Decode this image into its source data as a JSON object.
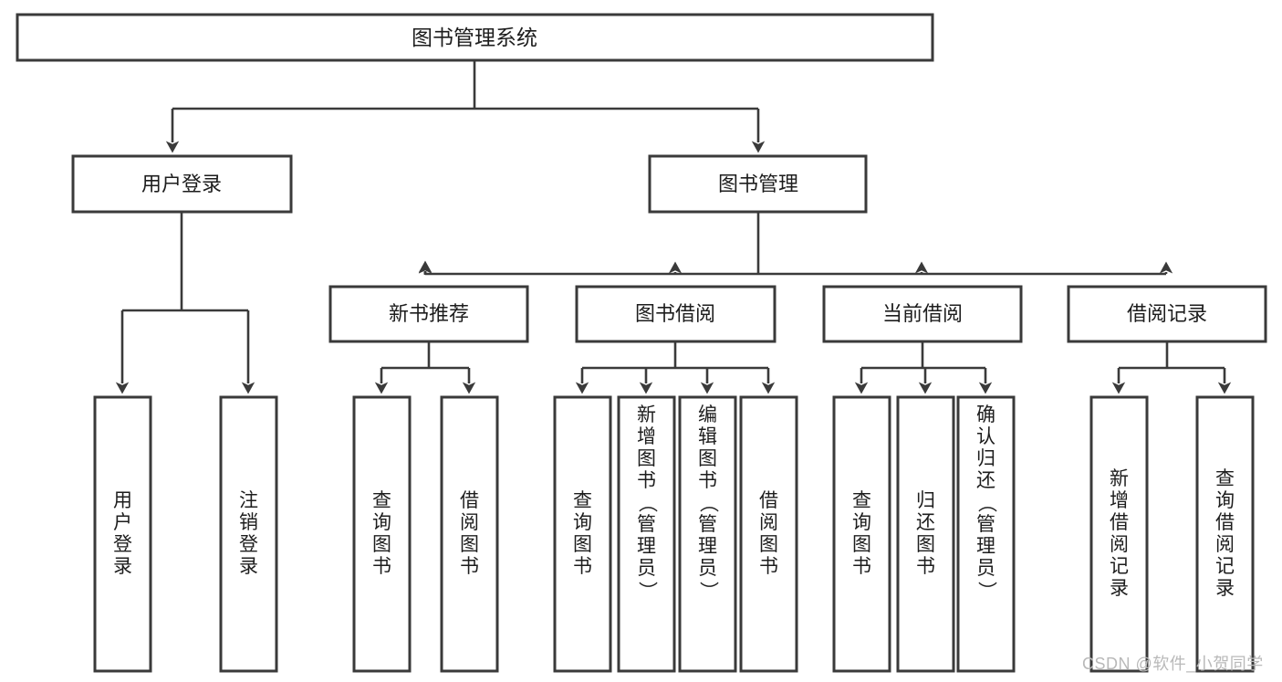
{
  "diagram": {
    "type": "tree-hierarchy-chart",
    "title": "图书管理系统",
    "levels": 4,
    "colors": {
      "box_fill": "#ffffff",
      "box_stroke": "#3a3a3a",
      "connector": "#3a3a3a",
      "text": "#1d1d1d",
      "background": "#ffffff",
      "watermark": "#b9b9b9"
    },
    "nodes": {
      "root": {
        "label": "图书管理系统",
        "orientation": "horizontal"
      },
      "level2": [
        {
          "id": "user-login",
          "label": "用户登录",
          "orientation": "horizontal"
        },
        {
          "id": "book-management",
          "label": "图书管理",
          "orientation": "horizontal"
        }
      ],
      "level3": [
        {
          "id": "new-book-recommend",
          "label": "新书推荐",
          "orientation": "horizontal"
        },
        {
          "id": "book-borrow",
          "label": "图书借阅",
          "orientation": "horizontal"
        },
        {
          "id": "current-borrow",
          "label": "当前借阅",
          "orientation": "horizontal"
        },
        {
          "id": "borrow-record",
          "label": "借阅记录",
          "orientation": "horizontal"
        }
      ],
      "leaves": [
        {
          "id": "leaf-user-login",
          "parent": "user-login",
          "label": "用户登录",
          "orientation": "vertical"
        },
        {
          "id": "leaf-logout-login",
          "parent": "user-login",
          "label": "注销登录",
          "orientation": "vertical"
        },
        {
          "id": "leaf-query-book-1",
          "parent": "new-book-recommend",
          "label": "查询图书",
          "orientation": "vertical"
        },
        {
          "id": "leaf-borrow-book-1",
          "parent": "new-book-recommend",
          "label": "借阅图书",
          "orientation": "vertical"
        },
        {
          "id": "leaf-query-book-2",
          "parent": "book-borrow",
          "label": "查询图书",
          "orientation": "vertical"
        },
        {
          "id": "leaf-add-book",
          "parent": "book-borrow",
          "label": "新增图书（管理员）",
          "orientation": "vertical"
        },
        {
          "id": "leaf-edit-book",
          "parent": "book-borrow",
          "label": "编辑图书（管理员）",
          "orientation": "vertical"
        },
        {
          "id": "leaf-borrow-book-2",
          "parent": "book-borrow",
          "label": "借阅图书",
          "orientation": "vertical"
        },
        {
          "id": "leaf-query-book-3",
          "parent": "current-borrow",
          "label": "查询图书",
          "orientation": "vertical"
        },
        {
          "id": "leaf-return-book",
          "parent": "current-borrow",
          "label": "归还图书",
          "orientation": "vertical"
        },
        {
          "id": "leaf-confirm-return",
          "parent": "current-borrow",
          "label": "确认归还（管理员）",
          "orientation": "vertical"
        },
        {
          "id": "leaf-add-record",
          "parent": "borrow-record",
          "label": "新增借阅记录",
          "orientation": "vertical"
        },
        {
          "id": "leaf-query-record",
          "parent": "borrow-record",
          "label": "查询借阅记录",
          "orientation": "vertical"
        }
      ]
    },
    "watermark": "CSDN @软件_小贺同学"
  }
}
